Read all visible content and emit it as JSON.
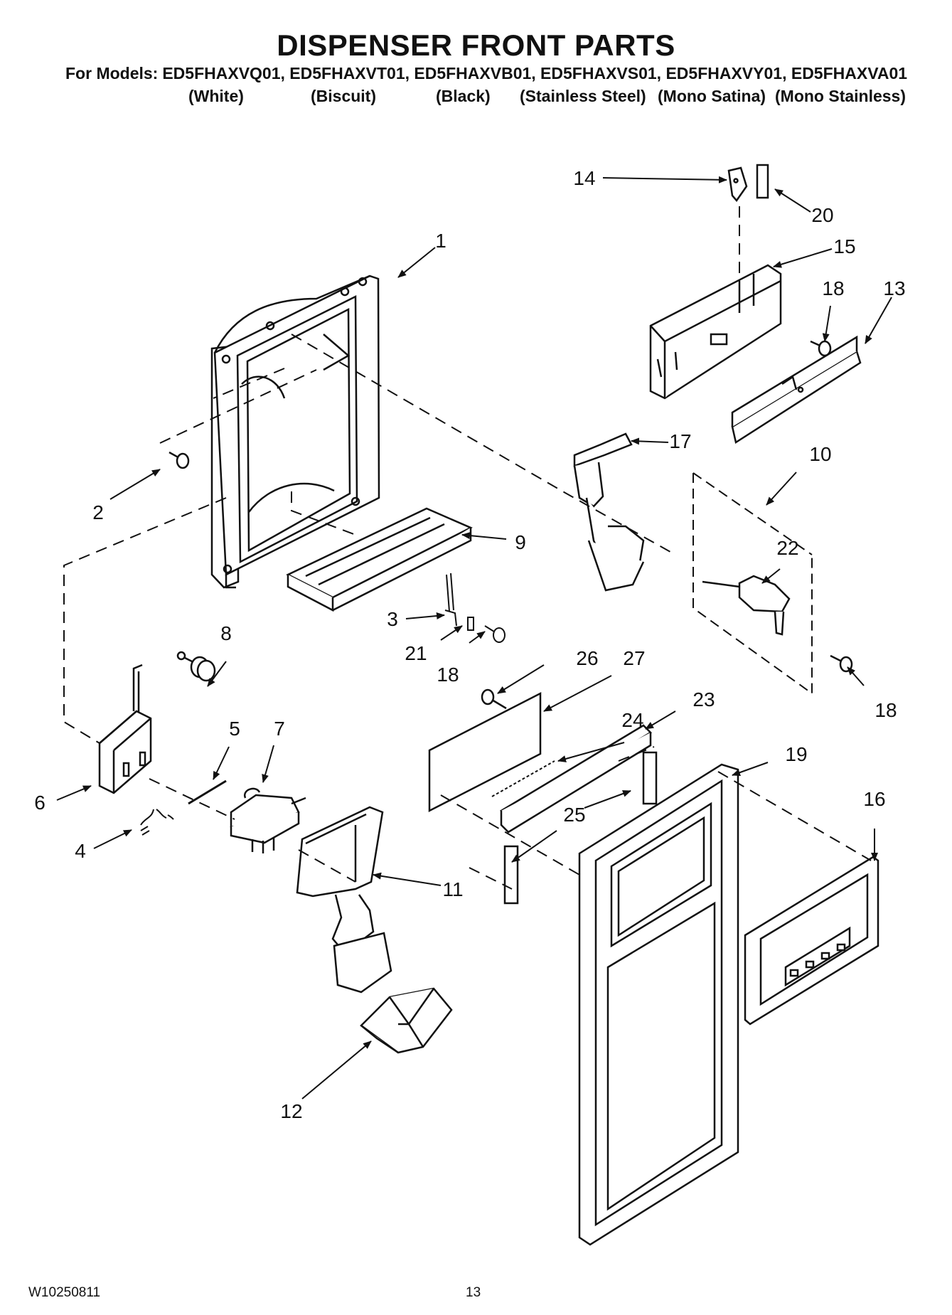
{
  "header": {
    "title": "DISPENSER FRONT PARTS",
    "models_label": "For Models:",
    "models": "ED5FHAXVQ01, ED5FHAXVT01, ED5FHAXVB01, ED5FHAXVS01, ED5FHAXVY01, ED5FHAXVA01",
    "colors": [
      "(White)",
      "(Biscuit)",
      "(Black)",
      "(Stainless Steel)",
      "(Mono Satina)",
      "(Mono Stainless)"
    ]
  },
  "callouts": [
    "1",
    "2",
    "3",
    "4",
    "5",
    "6",
    "7",
    "8",
    "9",
    "10",
    "11",
    "12",
    "13",
    "14",
    "15",
    "16",
    "17",
    "18",
    "18",
    "18",
    "19",
    "20",
    "21",
    "22",
    "23",
    "24",
    "25",
    "26",
    "27"
  ],
  "footer": {
    "doc_number": "W10250811",
    "page_number": "13"
  }
}
